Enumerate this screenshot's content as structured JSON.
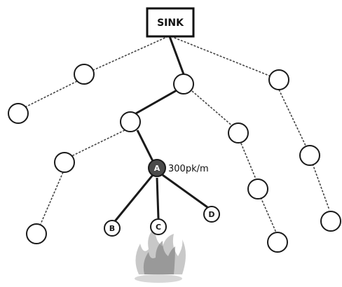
{
  "sink": {
    "label": "SINK"
  },
  "source_node": {
    "label": "A",
    "rate_label": "300pk/m"
  },
  "leaf_nodes": [
    {
      "label": "B"
    },
    {
      "label": "C"
    },
    {
      "label": "D"
    }
  ],
  "event": {
    "icon": "fire-icon"
  },
  "colors": {
    "active_node": "#4a4a4a",
    "edge": "#1a1a1a",
    "fire": "#888888"
  }
}
